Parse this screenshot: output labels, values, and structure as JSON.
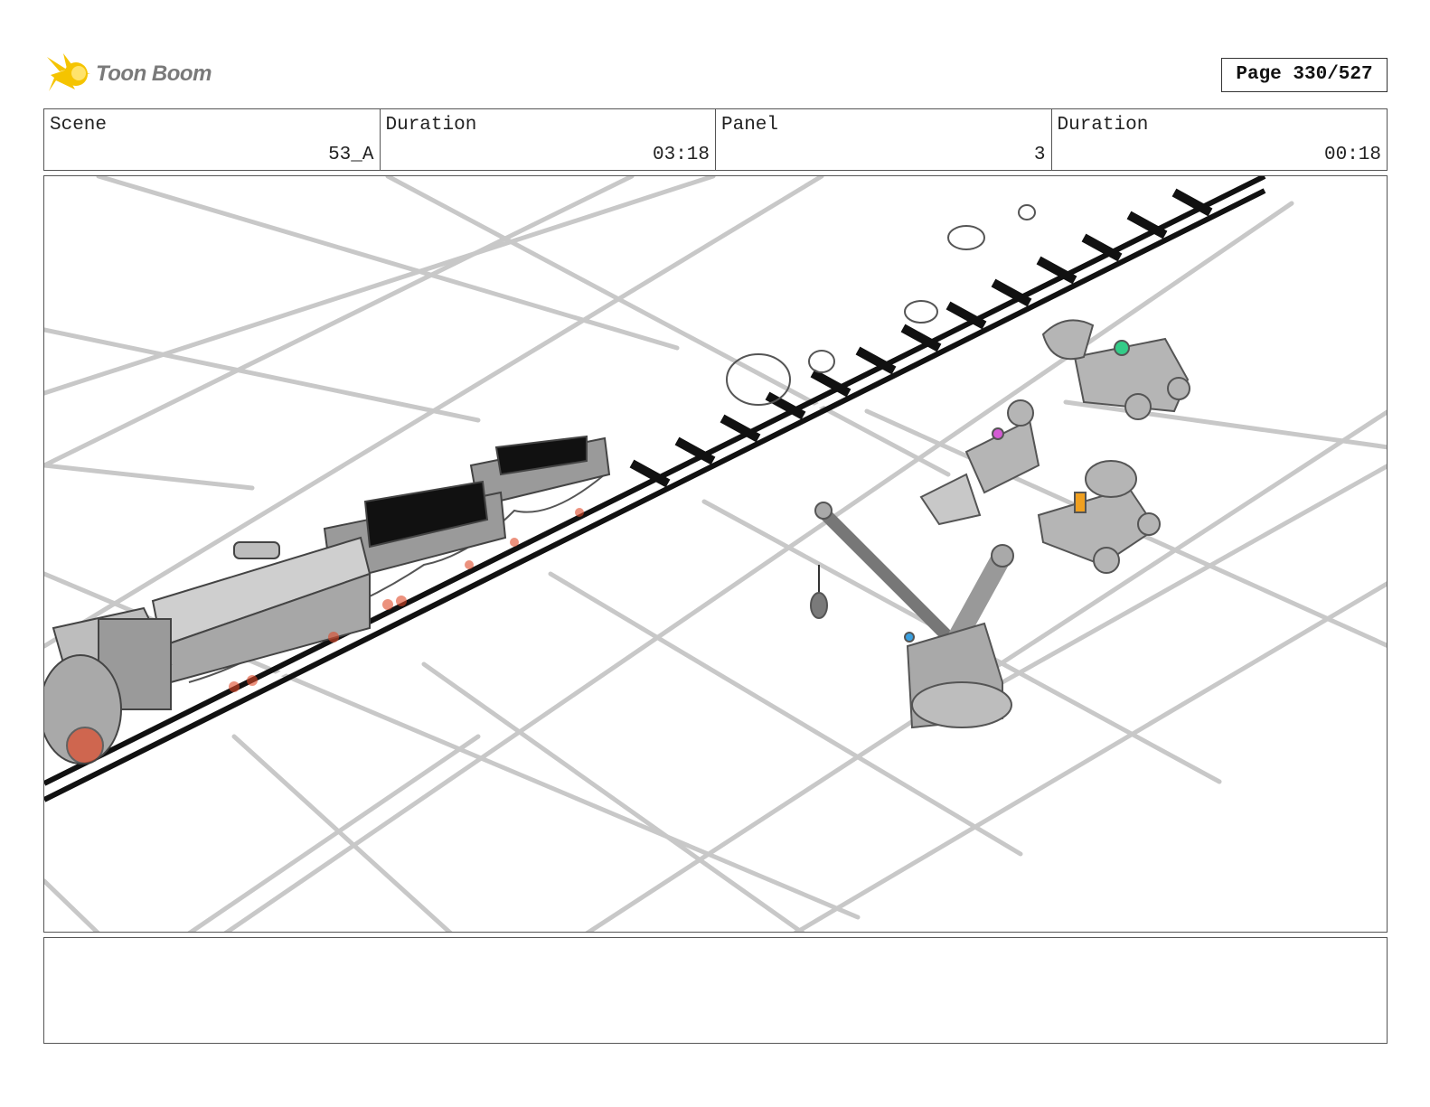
{
  "header": {
    "logo_text": "Toon Boom",
    "page_label": "Page 330/527"
  },
  "info": {
    "scene_label": "Scene",
    "scene_value": "53_A",
    "duration_label": "Duration",
    "duration_value": "03:18",
    "panel_label": "Panel",
    "panel_value": "3",
    "panel_duration_label": "Duration",
    "panel_duration_value": "00:18"
  },
  "colors": {
    "logo_yellow": "#f5c400",
    "grid_gray": "#c8c8c8",
    "rail_black": "#111111",
    "glow_red": "#e04a2a"
  }
}
